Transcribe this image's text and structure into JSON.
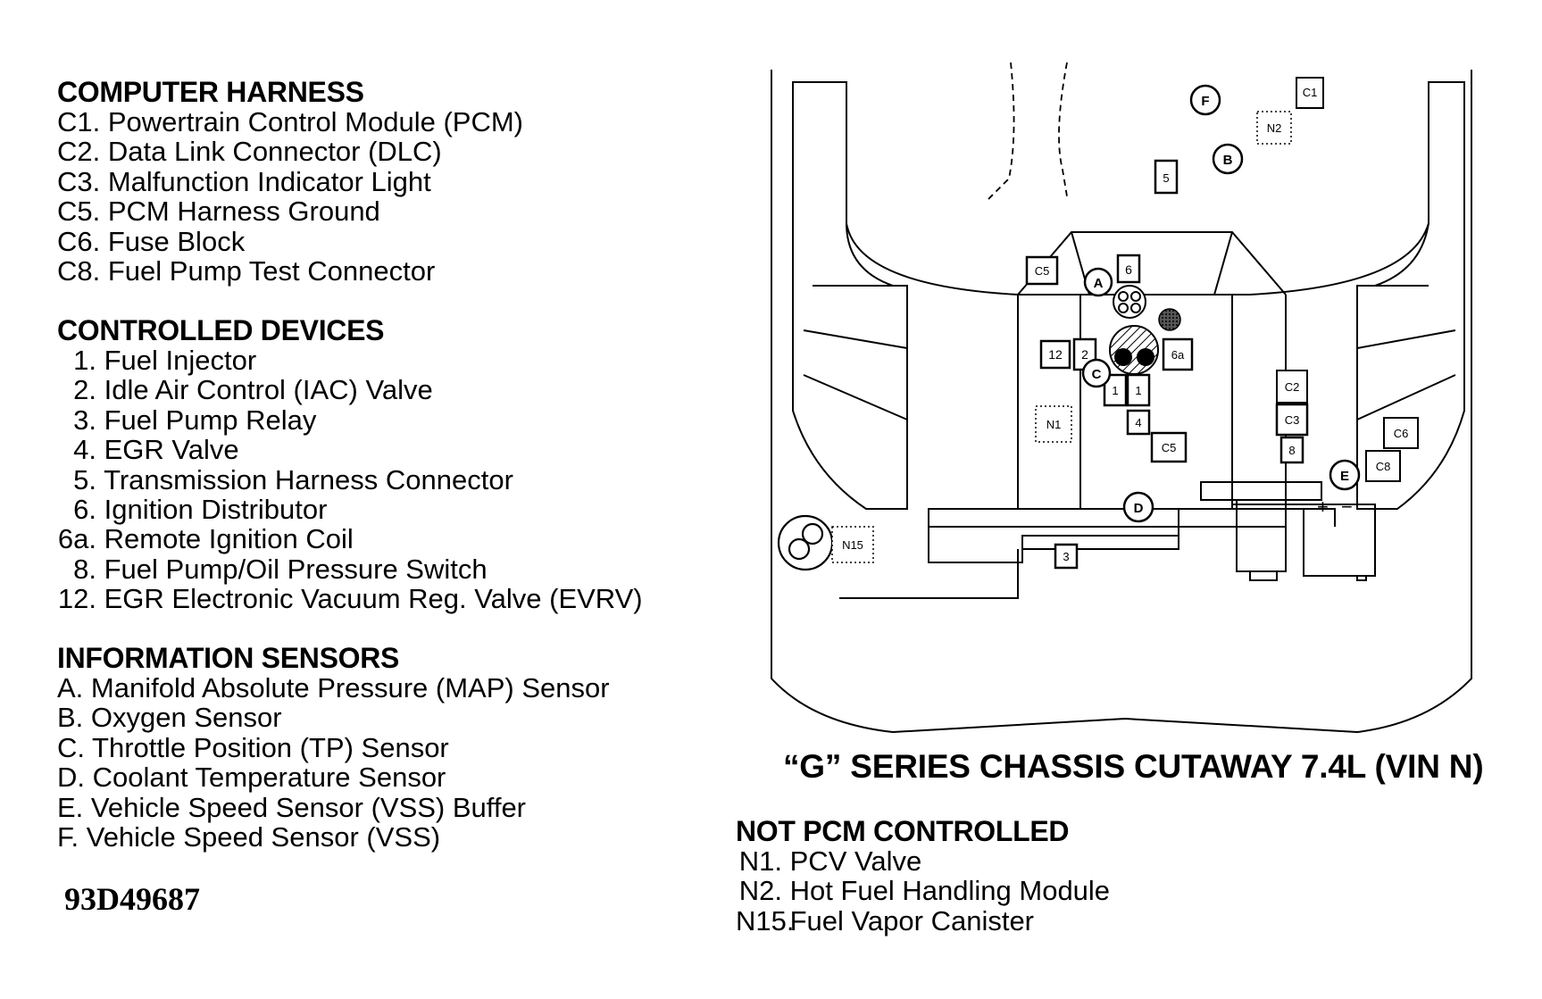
{
  "computer_harness": {
    "heading": "COMPUTER HARNESS",
    "items": [
      "C1. Powertrain Control Module (PCM)",
      "C2. Data Link Connector (DLC)",
      "C3. Malfunction Indicator Light",
      "C5. PCM Harness Ground",
      "C6. Fuse Block",
      "C8. Fuel Pump Test Connector"
    ]
  },
  "controlled_devices": {
    "heading": "CONTROLLED DEVICES",
    "items": [
      {
        "code": "1.",
        "label": "Fuel Injector"
      },
      {
        "code": "2.",
        "label": "Idle Air Control (IAC) Valve"
      },
      {
        "code": "3.",
        "label": "Fuel Pump Relay"
      },
      {
        "code": "4.",
        "label": "EGR Valve"
      },
      {
        "code": "5.",
        "label": "Transmission Harness Connector"
      },
      {
        "code": "6.",
        "label": "Ignition Distributor"
      },
      {
        "code": "6a.",
        "label": "Remote Ignition Coil"
      },
      {
        "code": "8.",
        "label": "Fuel Pump/Oil Pressure Switch"
      },
      {
        "code": "12.",
        "label": "EGR Electronic Vacuum Reg. Valve (EVRV)"
      }
    ]
  },
  "information_sensors": {
    "heading": "INFORMATION SENSORS",
    "items": [
      "A. Manifold Absolute Pressure (MAP) Sensor",
      "B. Oxygen Sensor",
      "C. Throttle Position (TP) Sensor",
      "D. Coolant Temperature Sensor",
      "E. Vehicle Speed Sensor (VSS) Buffer",
      "F. Vehicle Speed Sensor (VSS)"
    ]
  },
  "figure_id": "93D49687",
  "diagram_title": "“G” SERIES CHASSIS CUTAWAY 7.4L (VIN N)",
  "not_pcm_controlled": {
    "heading": "NOT PCM CONTROLLED",
    "items": [
      {
        "code": "N1.",
        "label": "PCV Valve"
      },
      {
        "code": "N2.",
        "label": "Hot Fuel Handling Module"
      },
      {
        "code": "N15.",
        "label": "Fuel Vapor Canister"
      }
    ]
  },
  "diagram_labels": {
    "c1": "C1",
    "n2": "N2",
    "f": "F",
    "b": "B",
    "five": "5",
    "c5_top": "C5",
    "a": "A",
    "six": "6",
    "twelve": "12",
    "two": "2",
    "six_a": "6a",
    "c": "C",
    "one_left": "1",
    "one_right": "1",
    "n1": "N1",
    "four": "4",
    "c5_bottom": "C5",
    "d": "D",
    "c2": "C2",
    "c3": "C3",
    "e": "E",
    "c6": "C6",
    "eight": "8",
    "c8": "C8",
    "three": "3",
    "n15": "N15",
    "plus": "+",
    "minus": "−"
  }
}
